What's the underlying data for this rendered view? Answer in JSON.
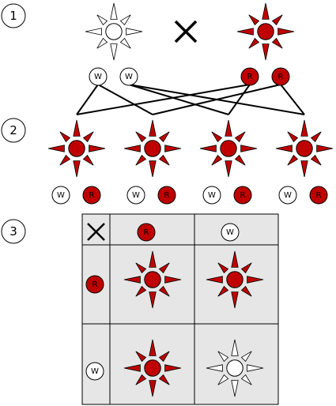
{
  "colors": {
    "dominant_fill": "#c00000",
    "recessive_fill": "#ffffff",
    "stroke": "#000000",
    "grid_fill": "#e6e6e6"
  },
  "steps": [
    "1",
    "2",
    "3"
  ],
  "alleles": {
    "white": "W",
    "red": "R"
  },
  "parents": [
    {
      "phenotype": "white",
      "genotype": [
        "W",
        "W"
      ]
    },
    {
      "phenotype": "red",
      "genotype": [
        "R",
        "R"
      ]
    }
  ],
  "cross_symbol": "cross-icon",
  "f1_offspring": [
    {
      "phenotype": "red",
      "genotype": [
        "W",
        "R"
      ]
    },
    {
      "phenotype": "red",
      "genotype": [
        "W",
        "R"
      ]
    },
    {
      "phenotype": "red",
      "genotype": [
        "W",
        "R"
      ]
    },
    {
      "phenotype": "red",
      "genotype": [
        "W",
        "R"
      ]
    }
  ],
  "punnett": {
    "corner_symbol": "cross-icon",
    "columns": [
      "R",
      "W"
    ],
    "rows": [
      "R",
      "W"
    ],
    "cells": [
      [
        "red",
        "red"
      ],
      [
        "red",
        "white"
      ]
    ]
  }
}
